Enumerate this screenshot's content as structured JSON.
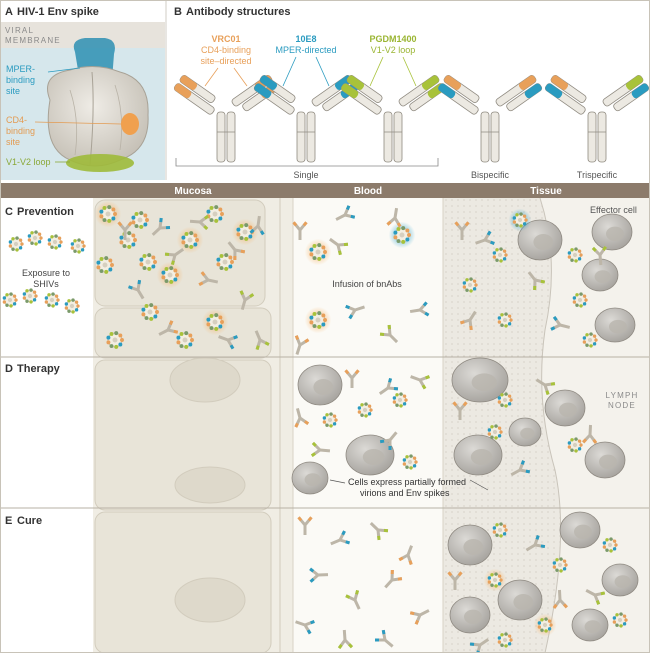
{
  "panelA": {
    "letter": "A",
    "title": "HIV-1 Env spike",
    "membrane_label_1": "VIRAL",
    "membrane_label_2": "MEMBRANE",
    "mper_1": "MPER-",
    "mper_2": "binding",
    "mper_3": "site",
    "cd4_1": "CD4-",
    "cd4_2": "binding",
    "cd4_3": "site",
    "v1v2": "V1-V2 loop"
  },
  "panelB": {
    "letter": "B",
    "title": "Antibody structures",
    "ab1_name": "VRC01",
    "ab1_desc1": "CD4-binding",
    "ab1_desc2": "site–directed",
    "ab2_name": "10E8",
    "ab2_desc": "MPER-directed",
    "ab3_name": "PGDM1400",
    "ab3_desc": "V1-V2 loop",
    "single": "Single",
    "bispecific": "Bispecific",
    "trispecific": "Trispecific"
  },
  "columns": {
    "mucosa": "Mucosa",
    "blood": "Blood",
    "tissue": "Tissue"
  },
  "panelC": {
    "letter": "C",
    "title": "Prevention",
    "exposure_1": "Exposure to",
    "exposure_2": "SHIVs",
    "infusion": "Infusion of bnAbs",
    "effector": "Effector cell"
  },
  "panelD": {
    "letter": "D",
    "title": "Therapy",
    "lymph_1": "LYMPH",
    "lymph_2": "NODE",
    "cells_express_1": "Cells express partially formed",
    "cells_express_2": "virions and Env spikes"
  },
  "panelE": {
    "letter": "E",
    "title": "Cure"
  },
  "colors": {
    "orange": "#e8a05a",
    "blue": "#2a9bc0",
    "green": "#a8c23a",
    "header": "#8c7b6b"
  }
}
